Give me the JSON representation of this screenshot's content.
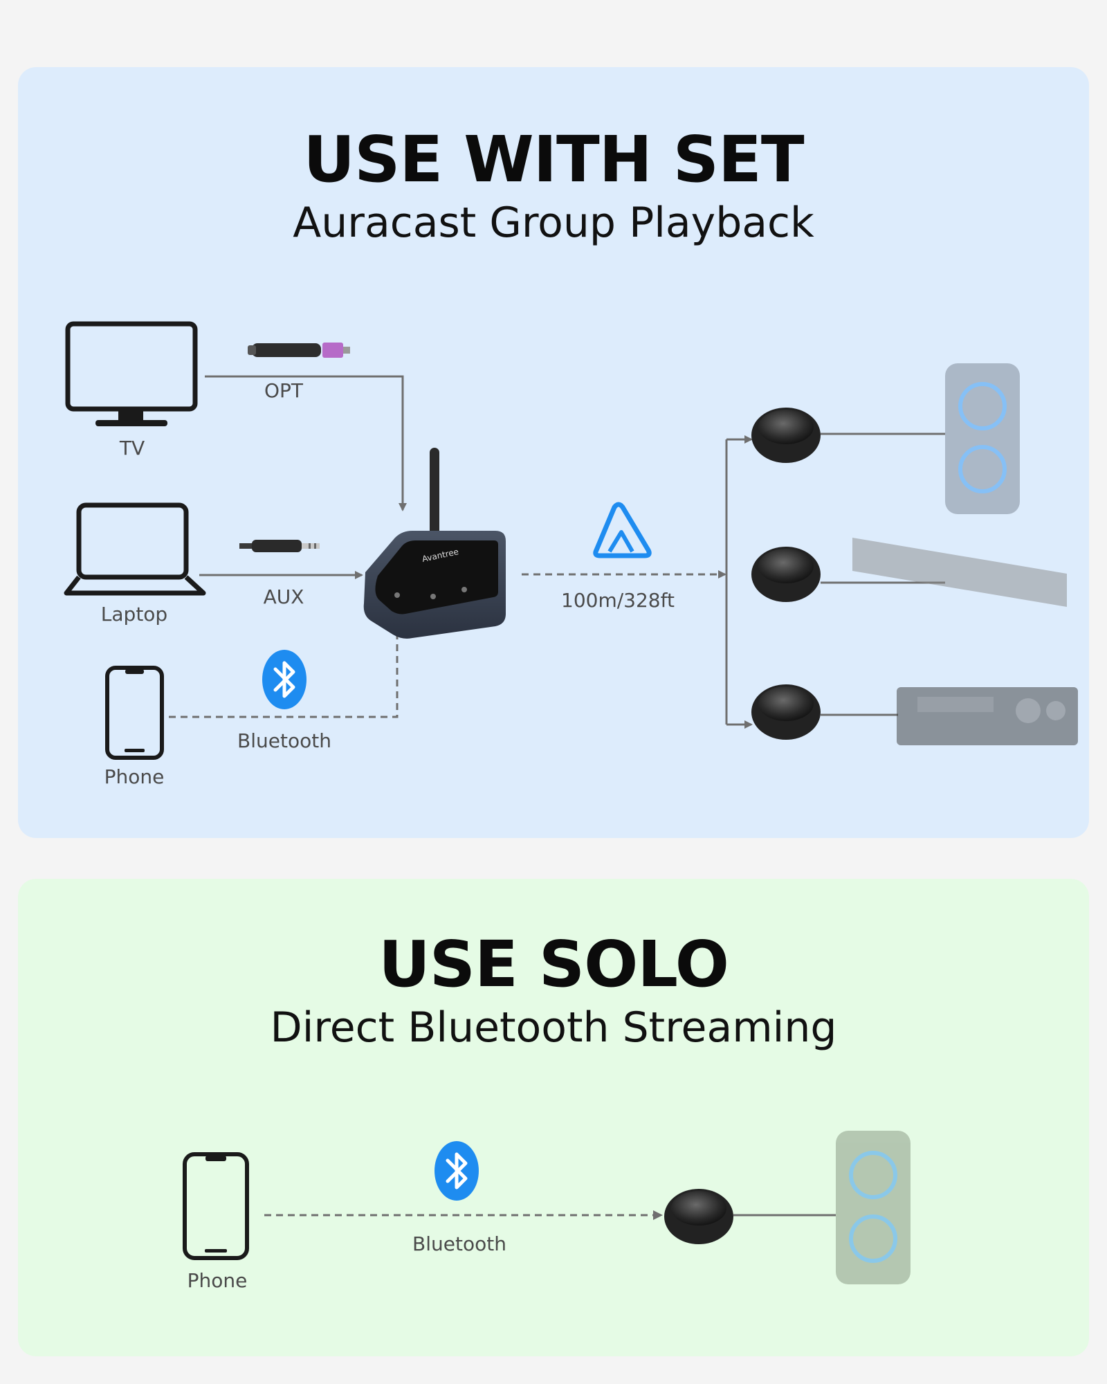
{
  "set": {
    "title": "USE WITH SET",
    "subtitle": "Auracast Group Playback",
    "sources": {
      "tv": "TV",
      "laptop": "Laptop",
      "phone": "Phone"
    },
    "connections": {
      "opt": "OPT",
      "aux": "AUX",
      "bluetooth": "Bluetooth",
      "range": "100m/328ft"
    },
    "transmitter_brand": "Avantree"
  },
  "solo": {
    "title": "USE SOLO",
    "subtitle": "Direct Bluetooth Streaming",
    "source": "Phone",
    "connection": "Bluetooth"
  },
  "colors": {
    "set_bg": "#ddecfc",
    "solo_bg": "#e5fbe5",
    "bluetooth_blue": "#1e8cf0",
    "line_gray": "#6f6f6f"
  }
}
